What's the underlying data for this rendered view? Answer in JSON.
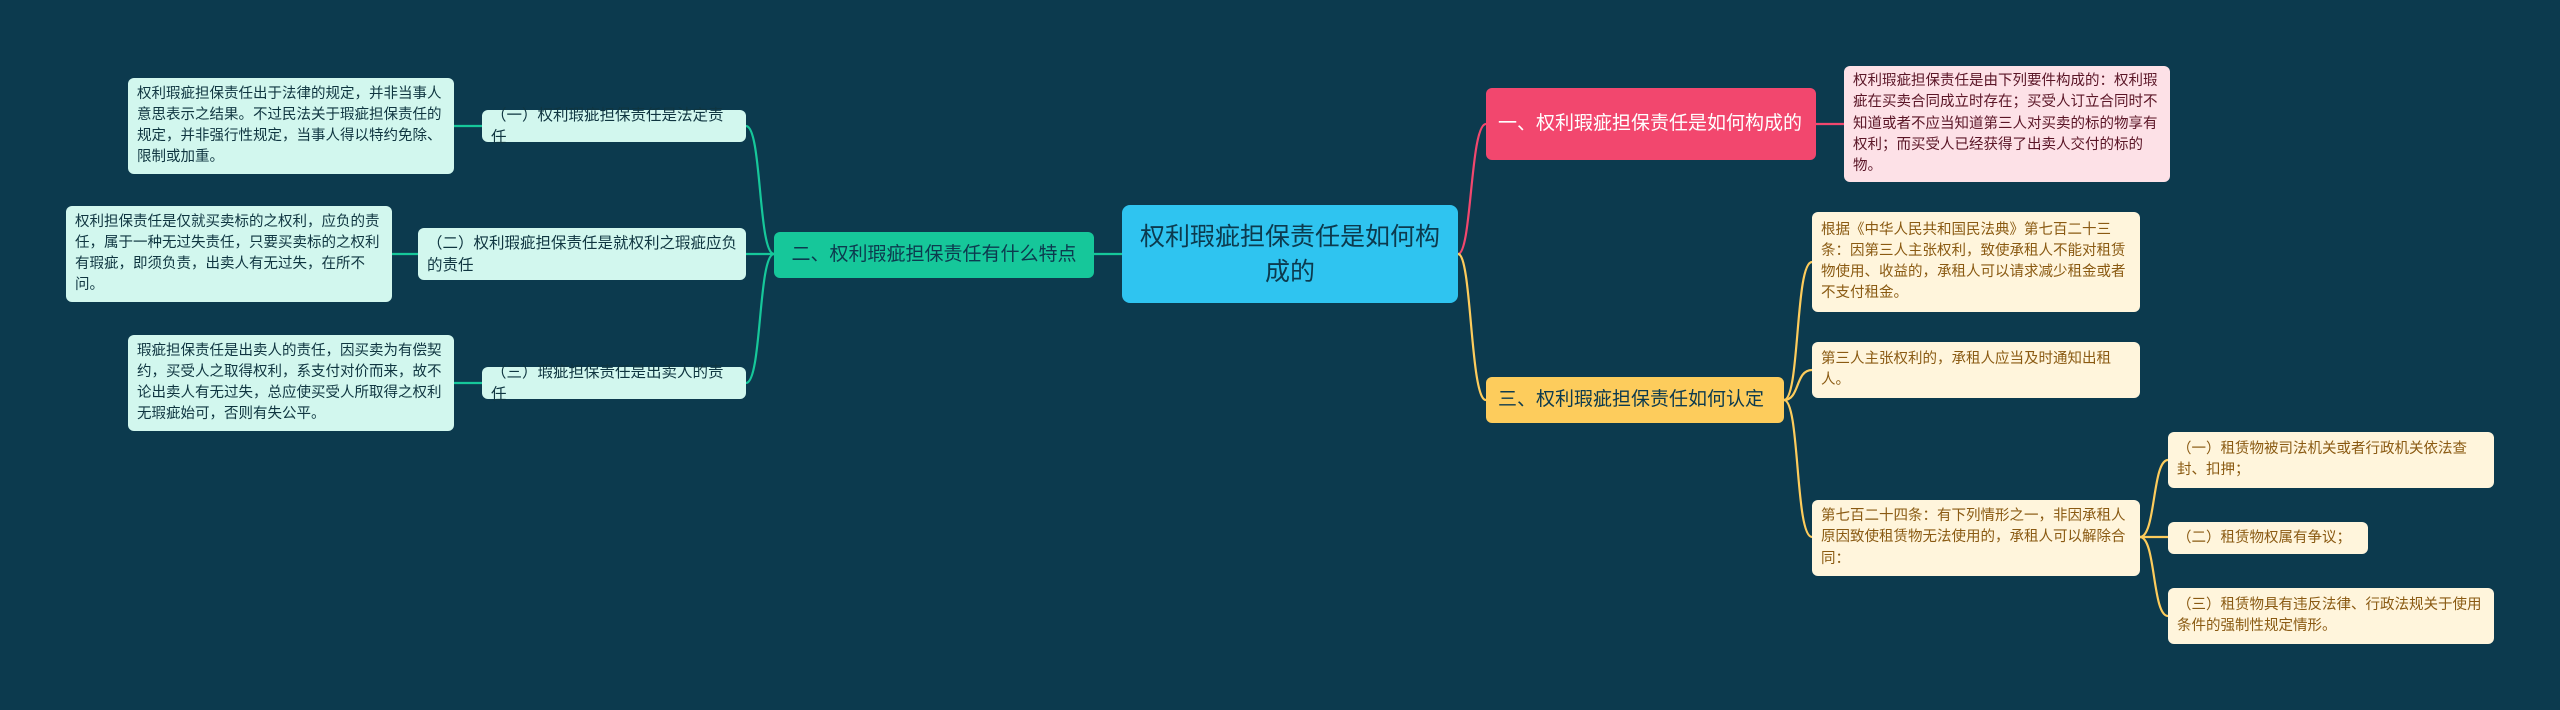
{
  "center": {
    "text": "权利瑕疵担保责任是如何构成的"
  },
  "branch1": {
    "title": "一、权利瑕疵担保责任是如何构成的",
    "detail": "权利瑕疵担保责任是由下列要件构成的：权利瑕疵在买卖合同成立时存在；买受人订立合同时不知道或者不应当知道第三人对买卖的标的物享有权利；而买受人已经获得了出卖人交付的标的物。"
  },
  "branch2": {
    "title": "二、权利瑕疵担保责任有什么特点",
    "items": [
      {
        "label": "（一）权利瑕疵担保责任是法定责任",
        "detail": "权利瑕疵担保责任出于法律的规定，并非当事人意思表示之结果。不过民法关于瑕疵担保责任的规定，并非强行性规定，当事人得以特约免除、限制或加重。"
      },
      {
        "label": "（二）权利瑕疵担保责任是就权利之瑕疵应负的责任",
        "detail": "权利担保责任是仅就买卖标的之权利，应负的责任，属于一种无过失责任，只要买卖标的之权利有瑕疵，即须负责，出卖人有无过失，在所不问。"
      },
      {
        "label": "（三）瑕疵担保责任是出卖人的责任",
        "detail": "瑕疵担保责任是出卖人的责任，因买卖为有偿契约，买受人之取得权利，系支付对价而来，故不论出卖人有无过失，总应使买受人所取得之权利无瑕疵始可，否则有失公平。"
      }
    ]
  },
  "branch3": {
    "title": "三、权利瑕疵担保责任如何认定",
    "items": [
      "根据《中华人民共和国民法典》第七百二十三条：因第三人主张权利，致使承租人不能对租赁物使用、收益的，承租人可以请求减少租金或者不支付租金。",
      "第三人主张权利的，承租人应当及时通知出租人。",
      "第七百二十四条：有下列情形之一，非因承租人原因致使租赁物无法使用的，承租人可以解除合同："
    ],
    "subitems": [
      "（一）租赁物被司法机关或者行政机关依法查封、扣押；",
      "（二）租赁物权属有争议；",
      "（三）租赁物具有违反法律、行政法规关于使用条件的强制性规定情形。"
    ]
  },
  "colors": {
    "background": "#0c3a4e",
    "center": "#2fc4f0",
    "branch1": "#f2476e",
    "branch2": "#16c79a",
    "branch3": "#fdcc5c",
    "leaf_mint": "#d2f7ee",
    "leaf_pink": "#fde1e7",
    "leaf_cream": "#fff5dc"
  }
}
